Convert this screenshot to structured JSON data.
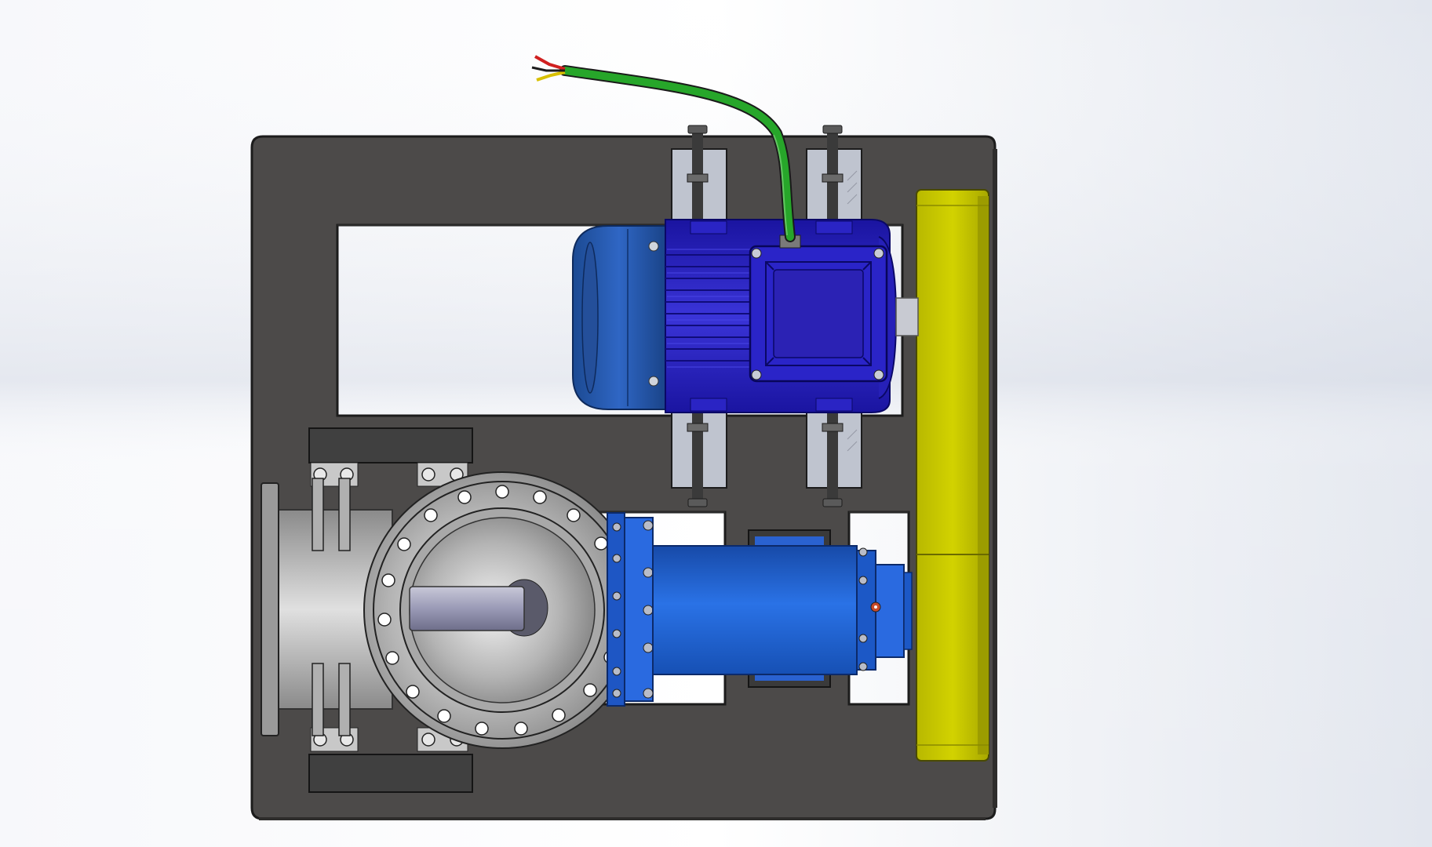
{
  "viewport": {
    "background_light": "#ffffff",
    "background_dark": "#dfe3ec"
  },
  "colors": {
    "frame": "#4c4a49",
    "frame_edge": "#1c1c1c",
    "motor_blue": "#2620b8",
    "motor_end_blue": "#1f4f9c",
    "motor_light_blue": "#3d55d6",
    "housing_blue": "#1e5fd2",
    "housing_dark": "#174aa8",
    "guard_yellow": "#c9c800",
    "steel": "#b8b8b8",
    "steel_dark": "#8c8c8c",
    "cable_green": "#27a62a",
    "wire_red": "#d02020",
    "wire_yellow": "#d8c000",
    "rail_gray": "#bfc4cf",
    "block_dark": "#404040"
  },
  "components": [
    "frame-base",
    "electric-motor",
    "terminal-box",
    "power-cable",
    "belt-guard",
    "pump-casing",
    "pump-flange",
    "bearing-housing",
    "motor-slide-rails",
    "pump-support-blocks"
  ]
}
